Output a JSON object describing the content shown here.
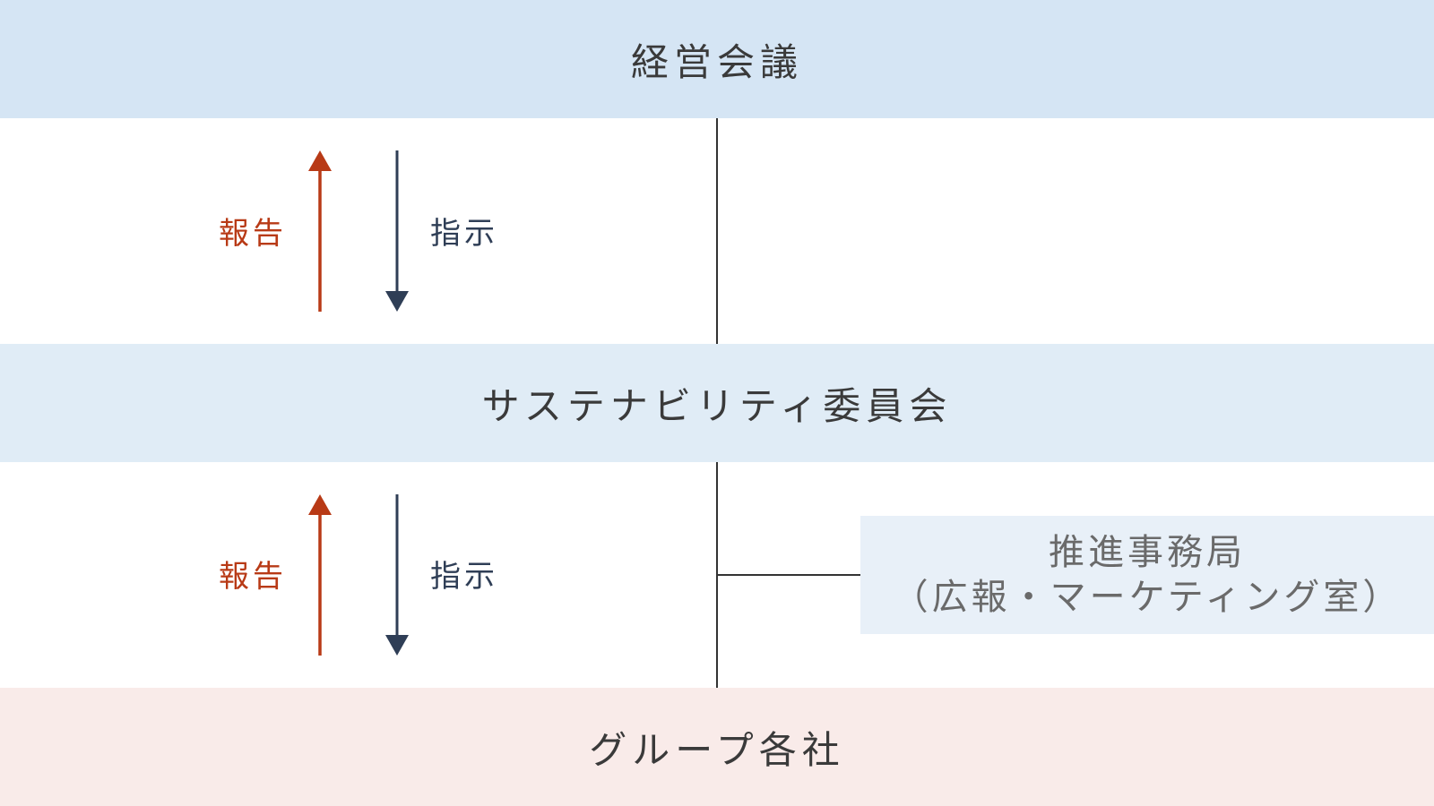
{
  "colors": {
    "top_band": "#d5e5f4",
    "mid_band": "#e0ecf6",
    "bottom_band": "#f9ebe9",
    "office_box": "#e8f0f8",
    "report": "#b83a16",
    "instruct": "#2f3e56",
    "line": "#333333"
  },
  "nodes": {
    "management_meeting": "経営会議",
    "sustainability_committee": "サステナビリティ委員会",
    "group_companies": "グループ各社",
    "secretariat_line1": "推進事務局",
    "secretariat_line2": "（広報・マーケティング室）"
  },
  "arrows": {
    "report_label": "報告",
    "instruct_label": "指示"
  }
}
